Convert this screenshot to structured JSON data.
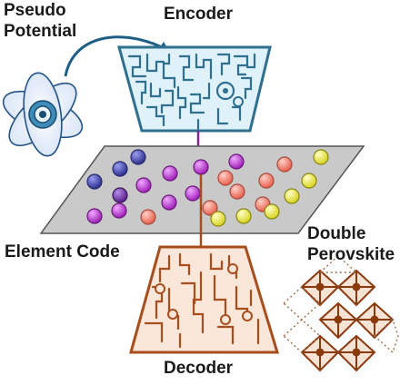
{
  "labels": {
    "pseudo_line1": "Pseudo",
    "pseudo_line2": "Potential",
    "encoder": "Encoder",
    "element_code": "Element Code",
    "double_line1": "Double",
    "double_line2": "Perovskite",
    "decoder": "Decoder"
  },
  "colors": {
    "encoder": "#2f6f8f",
    "encoder_fill": "#dff1f9",
    "decoder": "#a84d1c",
    "decoder_fill": "#fbe7d9",
    "plane_fill": "#c9c9c9",
    "plane_stroke": "#555555",
    "arrow": "#1f5f86",
    "connector": "#7a2a8a"
  },
  "atom_colors": [
    "#2d2f8f",
    "#6a1f8f",
    "#a222b8",
    "#c13ad0",
    "#e8706a",
    "#f58c7a",
    "#f0ee4a"
  ]
}
